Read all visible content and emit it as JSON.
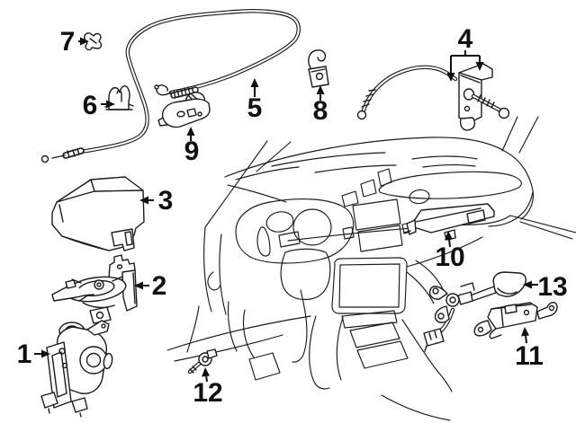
{
  "diagram": {
    "background_color": "#ffffff",
    "line_color": "#1b1b1b",
    "callout_color": "#101010",
    "callouts": [
      {
        "id": "1",
        "label": "1"
      },
      {
        "id": "2",
        "label": "2"
      },
      {
        "id": "3",
        "label": "3"
      },
      {
        "id": "4",
        "label": "4"
      },
      {
        "id": "5",
        "label": "5"
      },
      {
        "id": "6",
        "label": "6"
      },
      {
        "id": "7",
        "label": "7"
      },
      {
        "id": "8",
        "label": "8"
      },
      {
        "id": "9",
        "label": "9"
      },
      {
        "id": "10",
        "label": "10"
      },
      {
        "id": "11",
        "label": "11"
      },
      {
        "id": "12",
        "label": "12"
      },
      {
        "id": "13",
        "label": "13"
      }
    ]
  }
}
